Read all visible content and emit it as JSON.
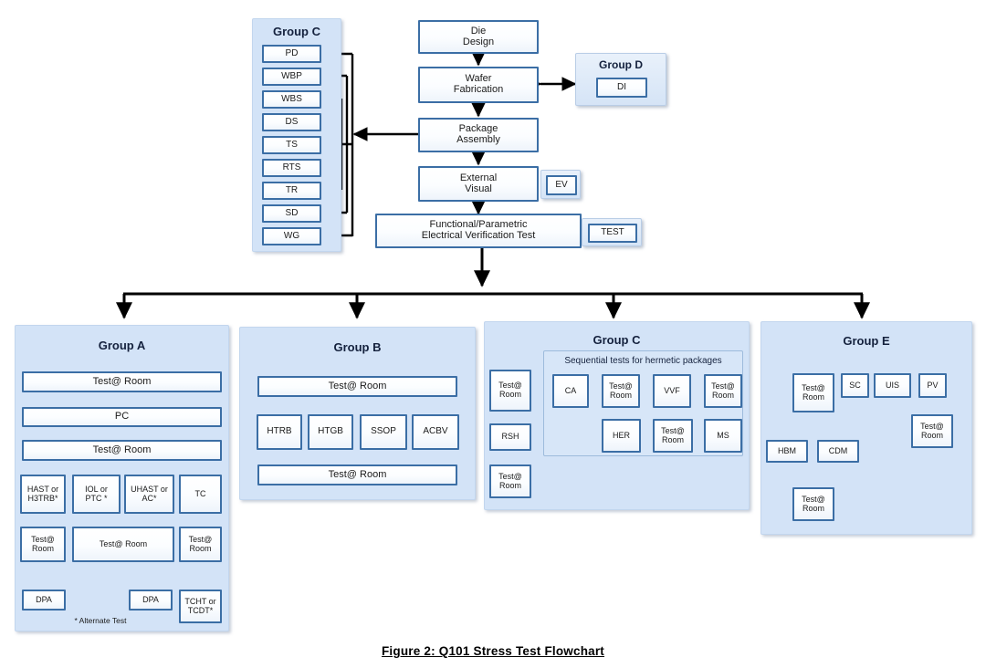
{
  "figure": {
    "caption": "Figure 2:  Q101 Stress Test Flowchart"
  },
  "top_flow": {
    "nodes": [
      {
        "id": "die-design",
        "label": "Die\nDesign"
      },
      {
        "id": "wafer-fab",
        "label": "Wafer\nFabrication"
      },
      {
        "id": "package-asm",
        "label": "Package\nAssembly"
      },
      {
        "id": "external-visual",
        "label": "External\nVisual"
      },
      {
        "id": "functional-test",
        "label": "Functional/Parametric\nElectrical Verification Test"
      }
    ],
    "ev_badge": "EV",
    "test_badge": "TEST"
  },
  "group_d": {
    "title": "Group D",
    "items": [
      "DI"
    ]
  },
  "group_c_top": {
    "title": "Group C",
    "items": [
      "PD",
      "WBP",
      "WBS",
      "DS",
      "TS",
      "RTS",
      "TR",
      "SD",
      "WG"
    ]
  },
  "group_a": {
    "title": "Group A",
    "row1": "Test@ Room",
    "row2": "PC",
    "row3": "Test@ Room",
    "stress": [
      "HAST or\nH3TRB*",
      "IOL or\nPTC *",
      "UHAST or\nAC*",
      "TC"
    ],
    "post": [
      "Test@\nRoom",
      "Test@ Room",
      "Test@\nRoom"
    ],
    "final": [
      "DPA",
      "DPA",
      "TCHT or\nTCDT*"
    ],
    "footnote": "* Alternate Test"
  },
  "group_b": {
    "title": "Group B",
    "row_top": "Test@ Room",
    "stress": [
      "HTRB",
      "HTGB",
      "SSOP",
      "ACBV"
    ],
    "row_bottom": "Test@ Room"
  },
  "group_c_bottom": {
    "title": "Group C",
    "inner_title": "Sequential tests for hermetic packages",
    "left_chain": [
      "Test@\nRoom",
      "RSH",
      "Test@\nRoom"
    ],
    "seq_row1": [
      "CA",
      "Test@\nRoom",
      "VVF",
      "Test@\nRoom"
    ],
    "seq_row2": [
      "HER",
      "Test@\nRoom",
      "MS"
    ]
  },
  "group_e": {
    "title": "Group E",
    "top_row": [
      "Test@\nRoom",
      "SC",
      "UIS",
      "PV"
    ],
    "esd": [
      "HBM",
      "CDM"
    ],
    "esd_result": "Test@\nRoom",
    "pv_result": "Test@\nRoom"
  },
  "colors": {
    "panel_fill": "#d3e3f7",
    "box_border": "#3b6ea5",
    "connector": "#000000",
    "title_text": "#14213d"
  }
}
